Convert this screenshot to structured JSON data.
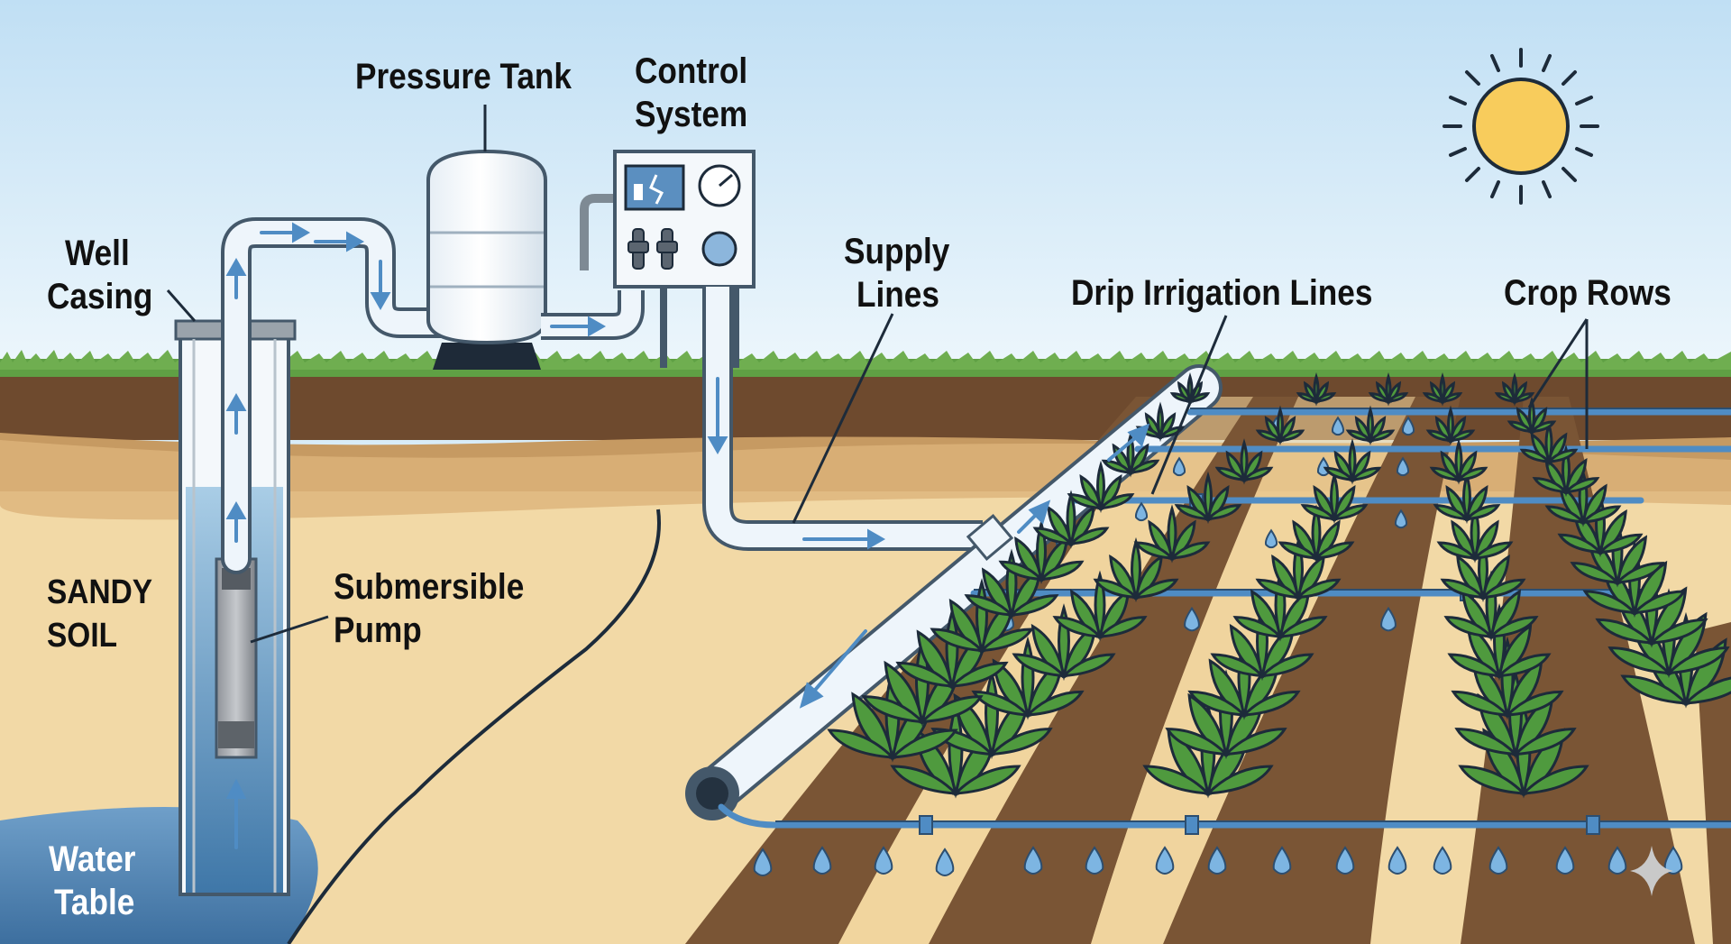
{
  "labels": {
    "pressure_tank": "Pressure Tank",
    "control_system_line1": "Control",
    "control_system_line2": "System",
    "well_casing_line1": "Well",
    "well_casing_line2": "Casing",
    "supply_lines_line1": "Supply",
    "supply_lines_line2": "Lines",
    "drip_irrigation_lines": "Drip Irrigation Lines",
    "crop_rows": "Crop Rows",
    "sandy_soil_line1": "SANDY",
    "sandy_soil_line2": "SOIL",
    "submersible_pump_line1": "Submersible",
    "submersible_pump_line2": "Pump",
    "water_table_line1": "Water",
    "water_table_line2": "Table"
  },
  "colors": {
    "sky_top": "#c4e2f6",
    "sky_bottom": "#eaf5fb",
    "grass": "#5fa044",
    "topsoil": "#6e4a2e",
    "sand": "#f2d9a6",
    "furrow": "#7a5535",
    "pipe": "#e8f3fb",
    "pipe_outline": "#44586a",
    "drip_line": "#4f8cc4",
    "water": "#5b8fc0",
    "leaf": "#4f9a3e",
    "sun": "#f8cc5c"
  },
  "icons": {
    "sun": "sun-icon",
    "sparkle": "sparkle-icon",
    "gauge": "gauge-icon",
    "switch": "switch-icon"
  }
}
